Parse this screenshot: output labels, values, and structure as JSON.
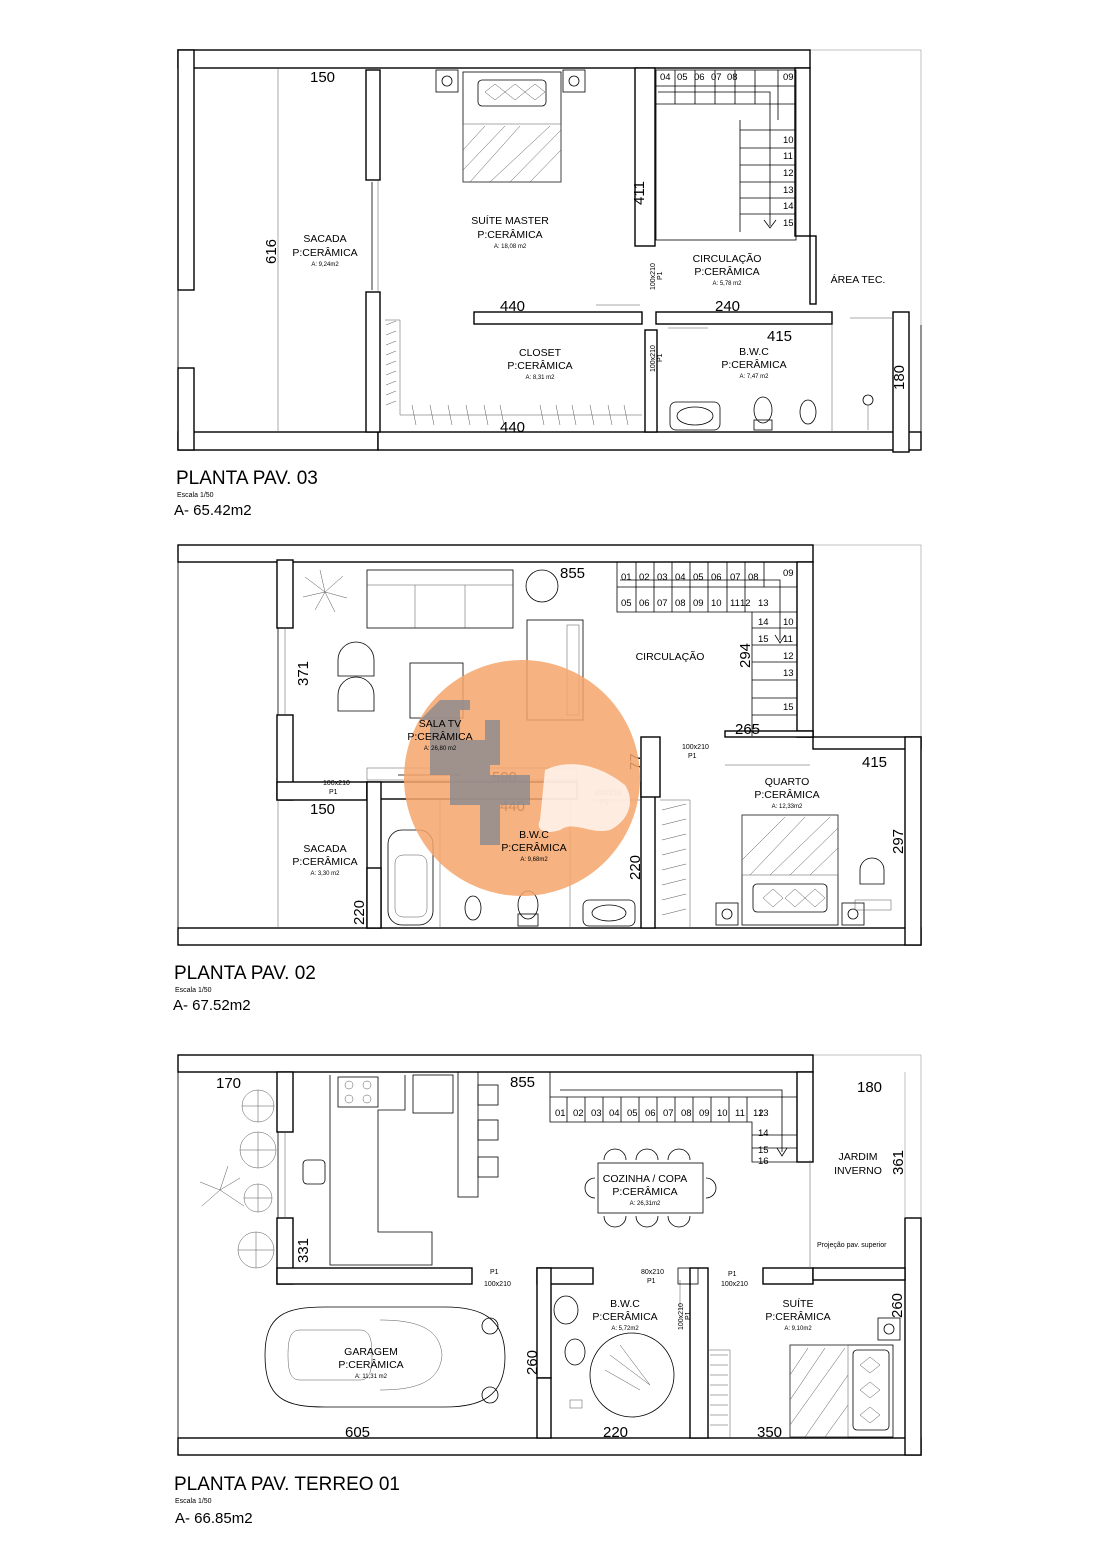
{
  "plans": [
    {
      "title": "PLANTA PAV.  03",
      "scale": "Escala 1/50",
      "total_area": "A- 65.42m2",
      "rooms": {
        "sacada": {
          "name": "SACADA",
          "floor": "P:CERÂMICA",
          "area": "A: 9,24m2"
        },
        "suite": {
          "name": "SUÍTE MASTER",
          "floor": "P:CERÂMICA",
          "area": "A: 18,08 m2"
        },
        "circ": {
          "name": "CIRCULAÇÃO",
          "floor": "P:CERÂMICA",
          "area": "A: 5,78 m2"
        },
        "area_tec": {
          "name": "ÁREA TEC."
        },
        "closet": {
          "name": "CLOSET",
          "floor": "P:CERÂMICA",
          "area": "A: 8,31 m2"
        },
        "bwc": {
          "name": "B.W.C",
          "floor": "P:CERÂMICA",
          "area": "A: 7,47 m2"
        }
      },
      "dims": {
        "d150": "150",
        "d616": "616",
        "d411": "411",
        "d440a": "440",
        "d240": "240",
        "d415": "415",
        "d180": "180",
        "d440b": "440"
      },
      "doors": {
        "p1a": "100x210",
        "p1b": "100x210",
        "p1label": "P1"
      },
      "steps_top": [
        "04",
        "05",
        "06",
        "07",
        "08",
        "09"
      ],
      "steps_side": [
        "10",
        "11",
        "12",
        "13",
        "14",
        "15"
      ]
    },
    {
      "title": "PLANTA PAV.  02",
      "scale": "Escala 1/50",
      "total_area": "A- 67.52m2",
      "rooms": {
        "sala": {
          "name": "SALA TV",
          "floor": "P:CERÂMICA",
          "area": "A: 26,80 m2"
        },
        "circ": {
          "name": "CIRCULAÇÃO"
        },
        "sacada": {
          "name": "SACADA",
          "floor": "P:CERÂMICA",
          "area": "A: 3,30 m2"
        },
        "bwc": {
          "name": "B.W.C",
          "floor": "P:CERÂMICA",
          "area": "A: 9,68m2"
        },
        "quarto": {
          "name": "QUARTO",
          "floor": "P:CERÂMICA",
          "area": "A: 12,33m2"
        }
      },
      "dims": {
        "d855": "855",
        "d371": "371",
        "d294": "294",
        "d265": "265",
        "d590": "590",
        "d77": "77",
        "d440": "440",
        "d150": "150",
        "d415": "415",
        "d297": "297",
        "d220a": "220",
        "d220b": "220"
      },
      "doors": {
        "d1": "100x210",
        "d2": "100x210",
        "d3": "100x210",
        "p1label": "P1"
      },
      "steps_row1": [
        "01",
        "02",
        "03",
        "04",
        "05",
        "06",
        "07",
        "08",
        "09"
      ],
      "steps_row2": [
        "05",
        "06",
        "07",
        "08",
        "09",
        "10",
        "11",
        "12",
        "13"
      ],
      "steps_side": [
        "14",
        "15",
        "10",
        "11",
        "12",
        "13",
        "15"
      ]
    },
    {
      "title": "PLANTA PAV. TERREO 01",
      "scale": "Escala 1/50",
      "total_area": "A- 66.85m2",
      "rooms": {
        "cozinha": {
          "name": "COZINHA / COPA",
          "floor": "P:CERÂMICA",
          "area": "A: 26,31m2"
        },
        "jardim": {
          "name": "JARDIM",
          "name2": "INVERNO"
        },
        "projecao": {
          "name": "Projeção pav. superior"
        },
        "garagem": {
          "name": "GARAGEM",
          "floor": "P:CERÂMICA",
          "area": "A: 11,31 m2"
        },
        "bwc": {
          "name": "B.W.C",
          "floor": "P:CERÂMICA",
          "area": "A: 5,72m2"
        },
        "suite": {
          "name": "SUÍTE",
          "floor": "P:CERÂMICA",
          "area": "A: 9,10m2"
        }
      },
      "dims": {
        "d170": "170",
        "d855": "855",
        "d180": "180",
        "d361": "361",
        "d331": "331",
        "d260a": "260",
        "d260b": "260",
        "d605": "605",
        "d220": "220",
        "d350": "350"
      },
      "doors": {
        "d1": "100x210",
        "d2": "80x210",
        "d3": "100x210",
        "d4": "100x210",
        "p1label": "P1"
      },
      "steps": [
        "01",
        "02",
        "03",
        "04",
        "05",
        "06",
        "07",
        "08",
        "09",
        "10",
        "11",
        "12",
        "13"
      ],
      "steps_side": [
        "14",
        "15",
        "16"
      ]
    }
  ],
  "watermark": {
    "color": "#f4a56a"
  }
}
